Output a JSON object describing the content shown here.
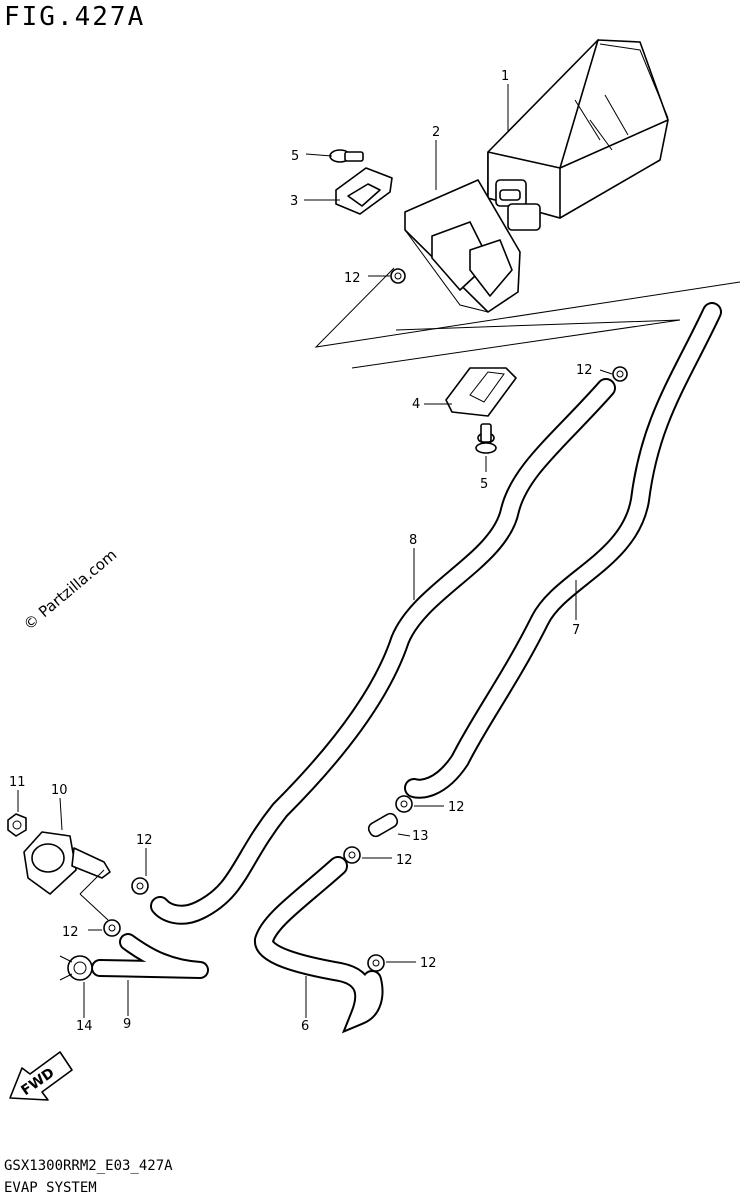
{
  "figure": {
    "title": "FIG.427A",
    "footer_code": "GSX1300RRM2_E03_427A",
    "footer_system": "EVAP SYSTEM",
    "watermark": "© Partzilla.com",
    "fwd_label": "FWD"
  },
  "callouts": [
    {
      "id": "c1a",
      "label": "1"
    },
    {
      "id": "c2a",
      "label": "2"
    },
    {
      "id": "c3a",
      "label": "3"
    },
    {
      "id": "c4a",
      "label": "4"
    },
    {
      "id": "c5a",
      "label": "5"
    },
    {
      "id": "c5b",
      "label": "5"
    },
    {
      "id": "c6a",
      "label": "6"
    },
    {
      "id": "c7a",
      "label": "7"
    },
    {
      "id": "c8a",
      "label": "8"
    },
    {
      "id": "c9a",
      "label": "9"
    },
    {
      "id": "c10a",
      "label": "10"
    },
    {
      "id": "c11a",
      "label": "11"
    },
    {
      "id": "c12a",
      "label": "12"
    },
    {
      "id": "c12b",
      "label": "12"
    },
    {
      "id": "c12c",
      "label": "12"
    },
    {
      "id": "c12d",
      "label": "12"
    },
    {
      "id": "c12e",
      "label": "12"
    },
    {
      "id": "c12f",
      "label": "12"
    },
    {
      "id": "c12g",
      "label": "12"
    },
    {
      "id": "c13a",
      "label": "13"
    },
    {
      "id": "c14a",
      "label": "14"
    }
  ]
}
